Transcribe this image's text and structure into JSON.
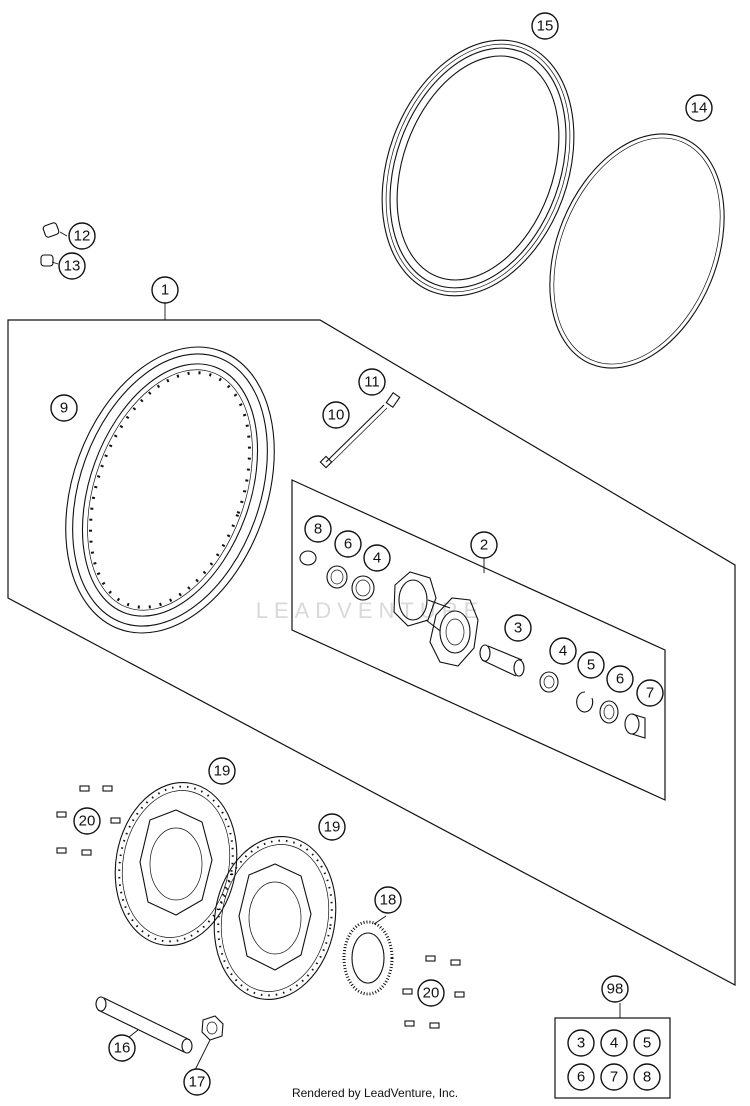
{
  "watermark": "LEADVENTURE",
  "footer": "Rendered by LeadVenture, Inc.",
  "callouts": {
    "c1": "1",
    "c2": "2",
    "c3": "3",
    "c4a": "4",
    "c4b": "4",
    "c5": "5",
    "c6a": "6",
    "c6b": "6",
    "c7": "7",
    "c8": "8",
    "c9": "9",
    "c10": "10",
    "c11": "11",
    "c12": "12",
    "c13": "13",
    "c14": "14",
    "c15": "15",
    "c16": "16",
    "c17": "17",
    "c18": "18",
    "c19a": "19",
    "c19b": "19",
    "c20a": "20",
    "c20b": "20",
    "c98": "98"
  },
  "kit_98": [
    "3",
    "4",
    "5",
    "6",
    "7",
    "8"
  ]
}
